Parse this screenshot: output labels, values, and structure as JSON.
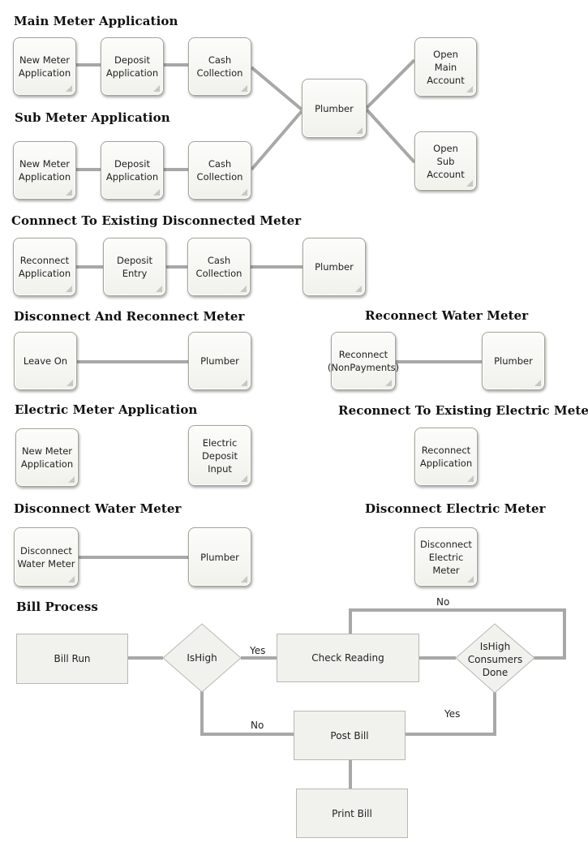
{
  "headings": {
    "main_meter": "Main Meter Application",
    "sub_meter": "Sub Meter Application",
    "connect_existing": "Connnect To Existing Disconnected Meter",
    "disconnect_reconnect": "Disconnect And Reconnect Meter",
    "reconnect_water": "Reconnect Water Meter",
    "electric_app": "Electric Meter Application",
    "reconnect_electric": "Reconnect To Existing Electric Meter",
    "disconnect_water": "Disconnect Water Meter",
    "disconnect_electric": "Disconnect  Electric Meter",
    "bill_process": "Bill Process"
  },
  "nodes": {
    "main_new_meter": "New Meter\nApplication",
    "main_deposit": "Deposit\nApplication",
    "main_cash": "Cash\nCollection",
    "plumber_shared": "Plumber",
    "open_main": "Open\nMain\nAccount",
    "open_sub": "Open\nSub\nAccount",
    "sub_new_meter": "New Meter\nApplication",
    "sub_deposit": "Deposit\nApplication",
    "sub_cash": "Cash\nCollection",
    "conn_reconnect": "Reconnect\nApplication",
    "conn_deposit": "Deposit\nEntry",
    "conn_cash": "Cash\nCollection",
    "conn_plumber": "Plumber",
    "dr_leave_on": "Leave On",
    "dr_plumber": "Plumber",
    "rw_reconnect": "Reconnect\n(NonPayments)",
    "rw_plumber": "Plumber",
    "el_new_meter": "New Meter\nApplication",
    "el_deposit": "Electric\nDeposit\nInput",
    "re_reconnect": "Reconnect\nApplication",
    "dw_disconnect": "Disconnect\nWater Meter",
    "dw_plumber": "Plumber",
    "de_disconnect": "Disconnect\nElectric Meter"
  },
  "bill": {
    "bill_run": "Bill Run",
    "is_high": "IsHigh",
    "check_reading": "Check Reading",
    "is_high_done": "IsHigh\nConsumers\nDone",
    "post_bill": "Post Bill",
    "print_bill": "Print Bill",
    "yes_1": "Yes",
    "no_1": "No",
    "no_2": "No",
    "yes_2": "Yes"
  },
  "colors": {
    "connector": "#a8a8a8",
    "node_border": "#a3a39a",
    "node_fill": "#f1f1ec",
    "heading_text": "#111111"
  }
}
